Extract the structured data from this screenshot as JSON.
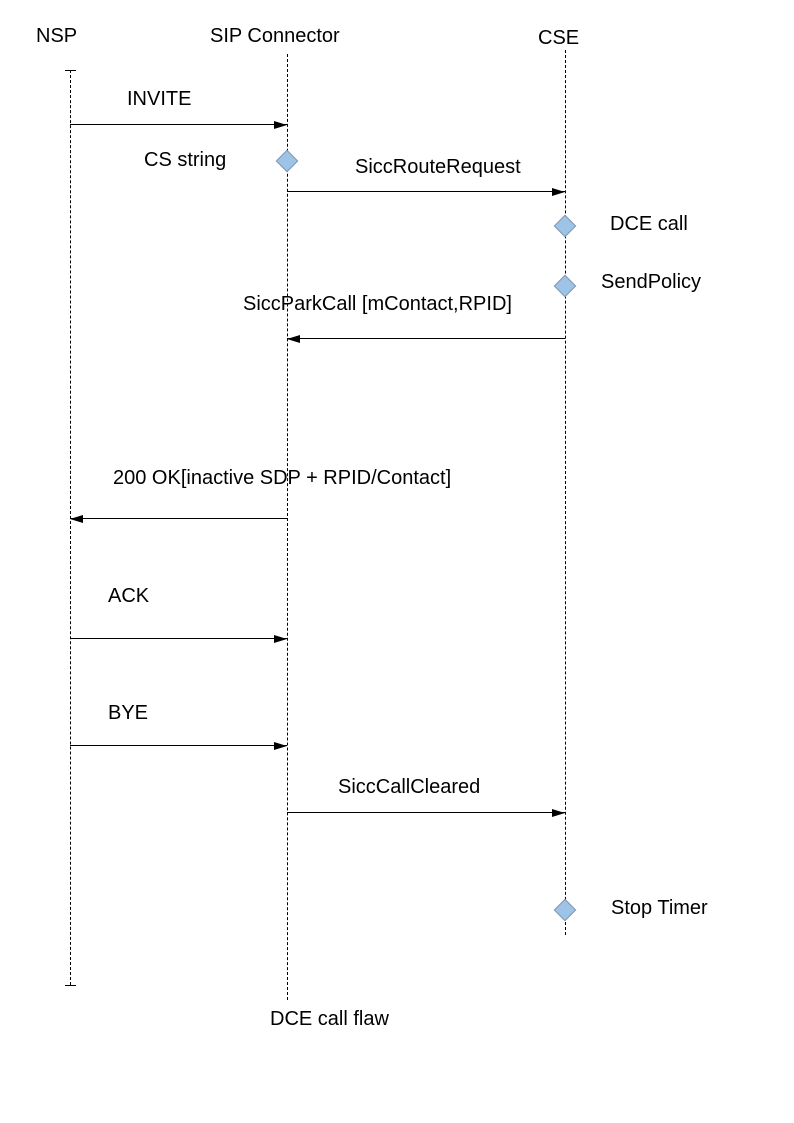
{
  "diagram": {
    "caption": "DCE call flaw",
    "actors": [
      {
        "name": "NSP"
      },
      {
        "name": "SIP Connector"
      },
      {
        "name": "CSE"
      }
    ],
    "messages": [
      {
        "label": "INVITE",
        "from": "NSP",
        "to": "SIP Connector",
        "direction": "right"
      },
      {
        "label": "SiccRouteRequest",
        "from": "SIP Connector",
        "to": "CSE",
        "direction": "right"
      },
      {
        "label": "SiccParkCall [mContact,RPID]",
        "from": "CSE",
        "to": "SIP Connector",
        "direction": "left"
      },
      {
        "label": "200 OK[inactive SDP + RPID/Contact]",
        "from": "SIP Connector",
        "to": "NSP",
        "direction": "left"
      },
      {
        "label": "ACK",
        "from": "NSP",
        "to": "SIP Connector",
        "direction": "right"
      },
      {
        "label": "BYE",
        "from": "NSP",
        "to": "SIP Connector",
        "direction": "right"
      },
      {
        "label": "SiccCallCleared",
        "from": "SIP Connector",
        "to": "CSE",
        "direction": "right"
      }
    ],
    "events": [
      {
        "label": "CS string",
        "lifeline": "SIP Connector",
        "label_side": "left"
      },
      {
        "label": "DCE call",
        "lifeline": "CSE",
        "label_side": "right"
      },
      {
        "label": "SendPolicy",
        "lifeline": "CSE",
        "label_side": "right"
      },
      {
        "label": "Stop Timer",
        "lifeline": "CSE",
        "label_side": "right"
      }
    ],
    "colors": {
      "diamond_fill": "#9dc3e6",
      "diamond_border": "#8496b0",
      "line": "#000000"
    }
  }
}
